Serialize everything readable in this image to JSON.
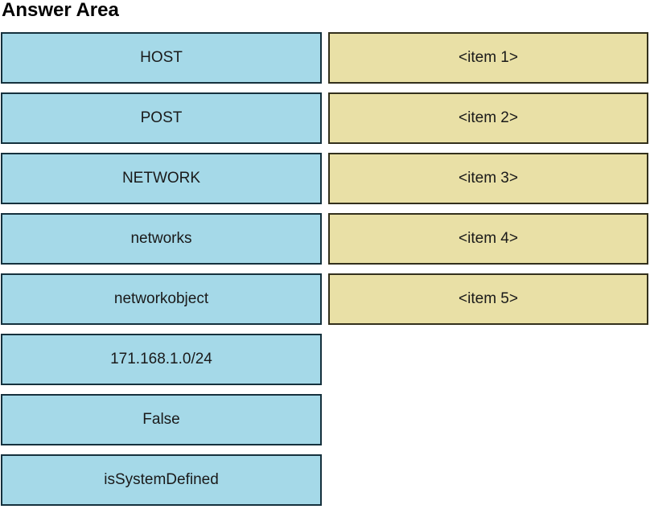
{
  "title": "Answer Area",
  "colors": {
    "source_fill": "#a5d9e8",
    "source_border": "#15313d",
    "target_fill": "#e9e0a6",
    "target_border": "#33301c",
    "text": "#1a1a1a"
  },
  "source_items": [
    "HOST",
    "POST",
    "NETWORK",
    "networks",
    "networkobject",
    "171.168.1.0/24",
    "False",
    "isSystemDefined"
  ],
  "target_items": [
    "<item 1>",
    "<item 2>",
    "<item 3>",
    "<item 4>",
    "<item 5>"
  ]
}
